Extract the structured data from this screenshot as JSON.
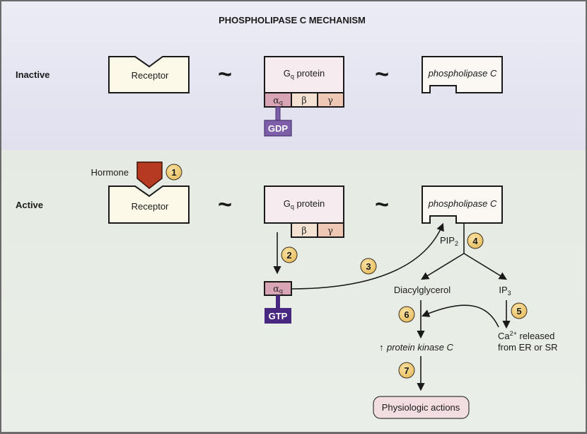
{
  "title": "PHOSPHOLIPASE C MECHANISM",
  "colors": {
    "inactive_bg": "#e3e3f1",
    "active_bg": "#e3e9e1",
    "receptor_fill": "#fcf9e8",
    "gq_fill": "#f6ecef",
    "alpha_fill": "#d8a5b7",
    "beta_fill": "#f4e3d2",
    "gamma_fill": "#eec8b4",
    "gdp_fill": "#7e5ea8",
    "gtp_fill": "#482780",
    "plc_fill": "#fbf8f4",
    "hormone_fill": "#b63a22",
    "step_badge_fill": "#f3d27e",
    "physiologic_fill": "#f2dde1"
  },
  "inactive": {
    "label": "Inactive",
    "receptor": "Receptor",
    "tilde": "~",
    "gq_protein": {
      "prefix": "G",
      "sub": "q",
      "suffix": " protein"
    },
    "alpha": {
      "sym": "α",
      "sub": "q"
    },
    "beta": "β",
    "gamma": "γ",
    "nucleotide": "GDP",
    "enzyme": "phospholipase C"
  },
  "active": {
    "label": "Active",
    "hormone": "Hormone",
    "receptor": "Receptor",
    "tilde": "~",
    "gq_protein": {
      "prefix": "G",
      "sub": "q",
      "suffix": " protein"
    },
    "alpha": {
      "sym": "α",
      "sub": "q"
    },
    "beta": "β",
    "gamma": "γ",
    "nucleotide": "GTP",
    "enzyme": "phospholipase C",
    "pip2": {
      "main": "PIP",
      "sub": "2"
    },
    "dag": "Diacylglycerol",
    "ip3": {
      "main": "IP",
      "sub": "3"
    },
    "calcium": {
      "main": "Ca",
      "sup": "2+",
      "line1_rest": " released",
      "line2": "from ER or SR"
    },
    "pkc": {
      "arrow": "↑",
      "text": "protein kinase C"
    },
    "outcome": "Physiologic actions"
  },
  "steps": [
    "1",
    "2",
    "3",
    "4",
    "5",
    "6",
    "7"
  ]
}
